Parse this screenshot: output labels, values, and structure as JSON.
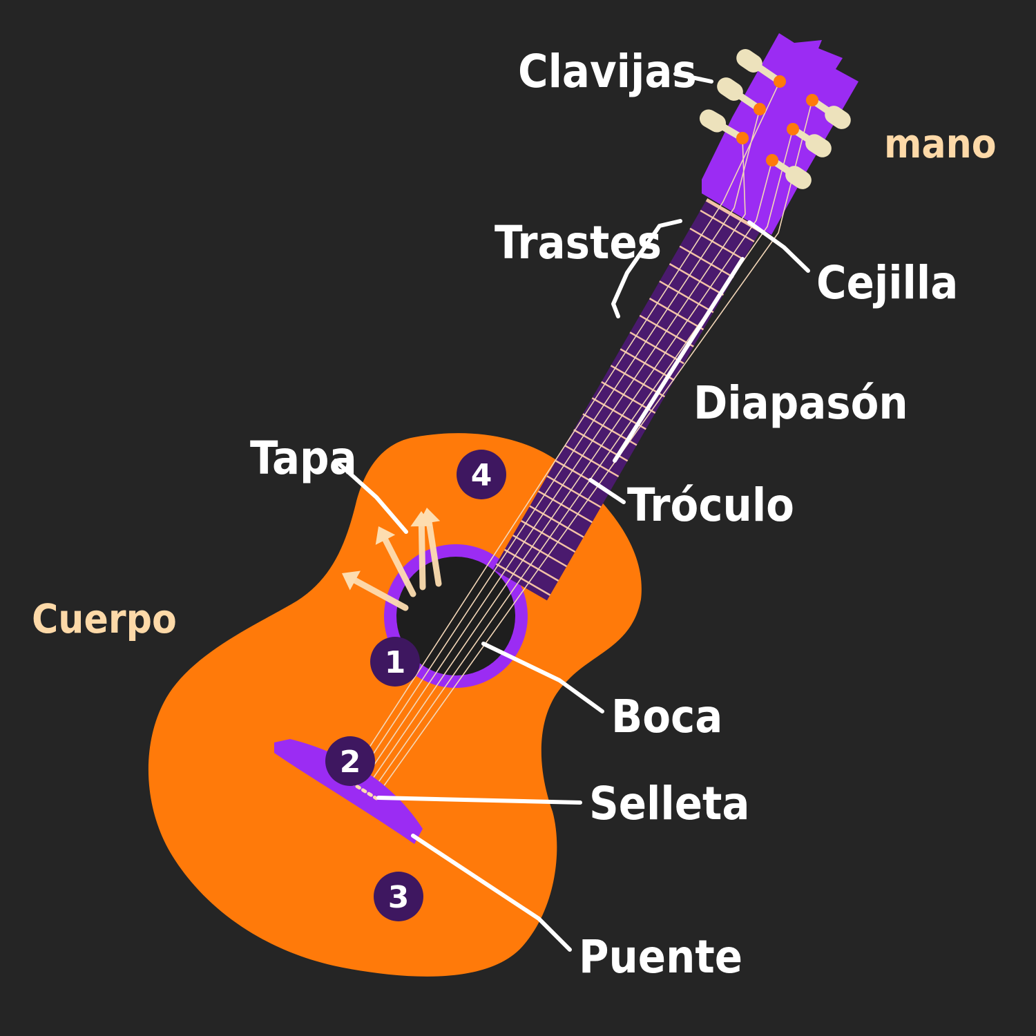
{
  "colors": {
    "background": "#252525",
    "body": "#FF7A0A",
    "purple": "#9B2CF3",
    "fretboard": "#4A1A6E",
    "frets": "#F3C2A6",
    "tuning_pegs": "#EDE2BC",
    "peg_posts": "#FF7A0A",
    "sound_hole": "#1E1E1E",
    "badge": "#3E1760",
    "arrows": "#FDDDB0",
    "label_text": "#FFFFFF",
    "section_text": "#FDD9A8"
  },
  "sections": {
    "head": "mano",
    "body": "Cuerpo"
  },
  "labels": {
    "clavijas": "Clavijas",
    "trastes": "Trastes",
    "cejilla": "Cejilla",
    "diapason": "Diapasón",
    "tapa": "Tapa",
    "troculo": "Tróculo",
    "boca": "Boca",
    "selleta": "Selleta",
    "puente": "Puente"
  },
  "markers": [
    "1",
    "2",
    "3",
    "4"
  ],
  "icons": {
    "vibration_arrows": "arrow-up-icon"
  }
}
